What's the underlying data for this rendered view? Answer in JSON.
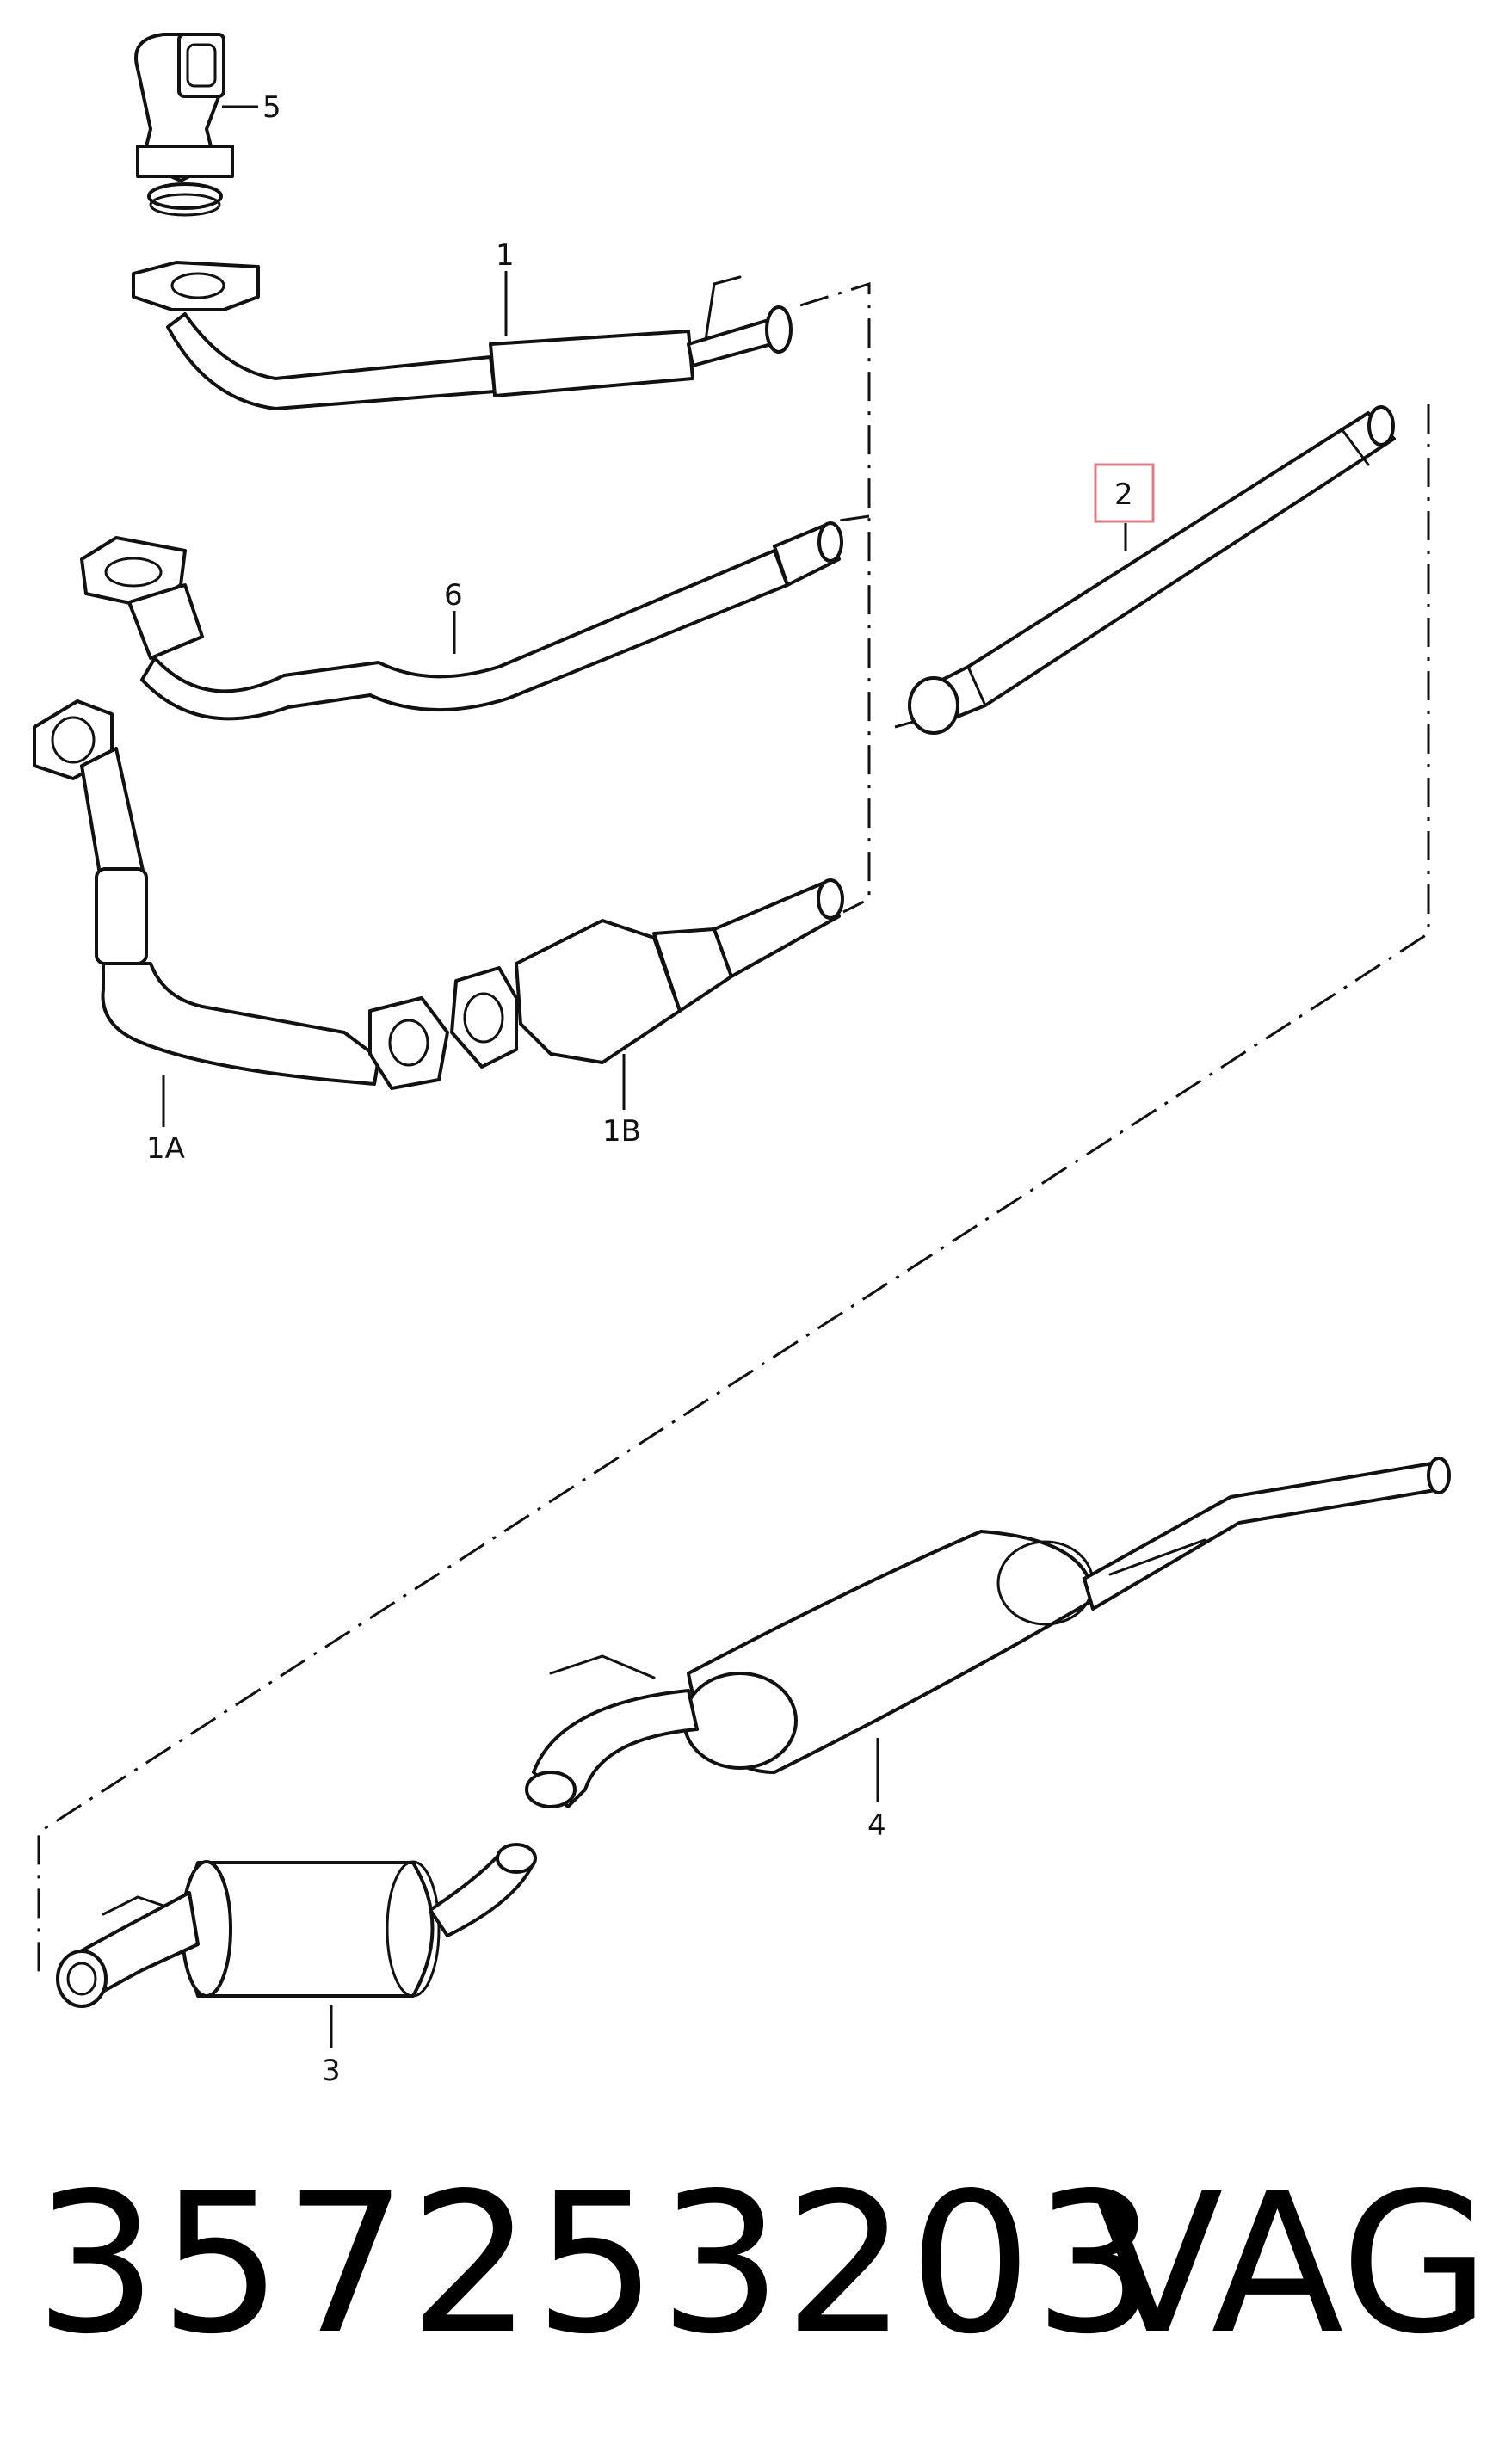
{
  "callouts": {
    "part_5": "5",
    "part_1": "1",
    "part_6": "6",
    "part_2": "2",
    "part_1a": "1A",
    "part_1b": "1B",
    "part_4": "4",
    "part_3": "3"
  },
  "highlight_color": "#e07b85",
  "caption": {
    "part_number": "357253203",
    "brand": "VAG"
  }
}
